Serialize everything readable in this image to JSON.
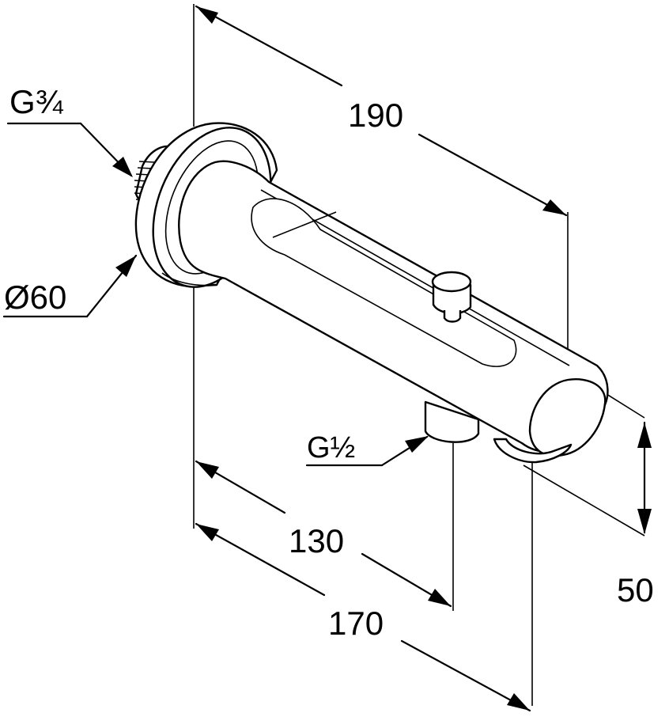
{
  "dimensions": {
    "length_overall": "190",
    "length_to_outlet": "130",
    "length_total": "170",
    "height": "50",
    "flange_diameter": "Ø60",
    "connection_wall": "G¾",
    "connection_outlet": "G½"
  }
}
